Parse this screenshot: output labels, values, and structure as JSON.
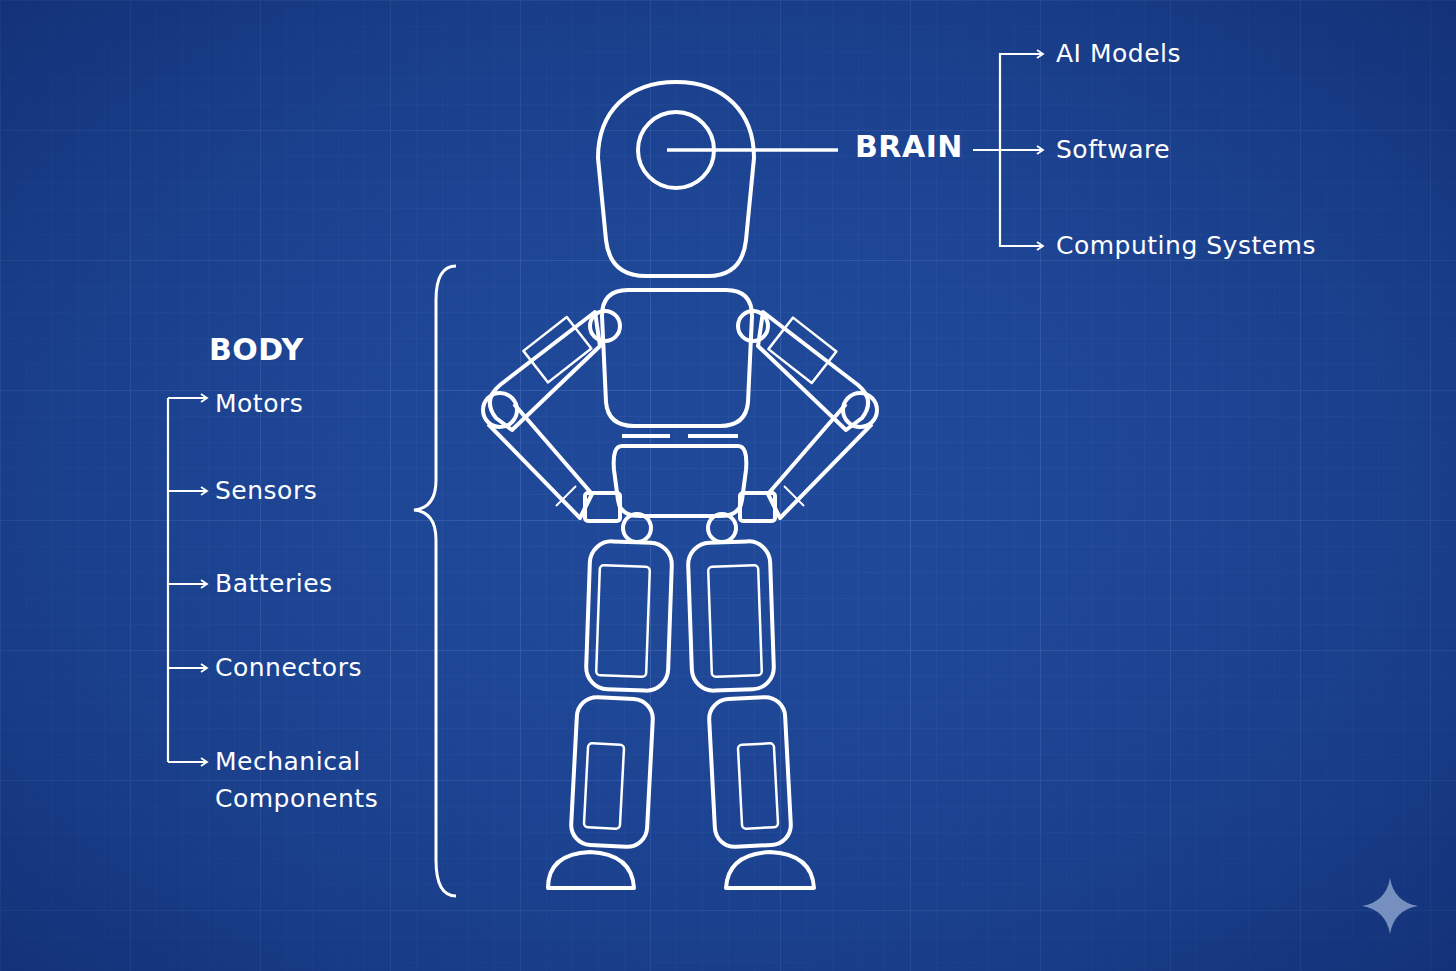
{
  "diagram": {
    "labels": [
      "BRAIN",
      "AI Models",
      "Software",
      "Computing Systems",
      "BODY",
      "Motors",
      "Sensors",
      "Batteries",
      "Connectors",
      "Mechanical Components"
    ]
  }
}
